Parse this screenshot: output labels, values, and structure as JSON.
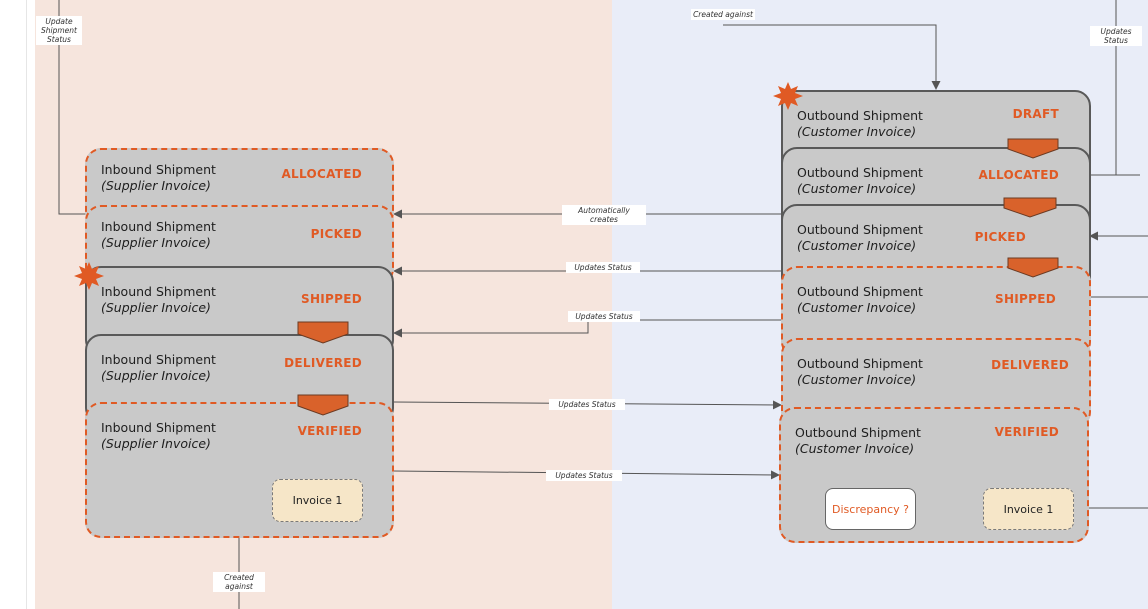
{
  "zones": {
    "left_color": "#f6e5dd",
    "right_color": "#e9edf8"
  },
  "colors": {
    "accent": "#e05a24",
    "card": "#c9c9c9",
    "note": "#f6e6c8"
  },
  "inbound": {
    "cards": [
      {
        "title": "Inbound Shipment",
        "subtitle": "(Supplier Invoice)",
        "status": "ALLOCATED"
      },
      {
        "title": "Inbound Shipment",
        "subtitle": "(Supplier Invoice)",
        "status": "PICKED"
      },
      {
        "title": "Inbound Shipment",
        "subtitle": "(Supplier Invoice)",
        "status": "SHIPPED"
      },
      {
        "title": "Inbound Shipment",
        "subtitle": "(Supplier Invoice)",
        "status": "DELIVERED"
      },
      {
        "title": "Inbound Shipment",
        "subtitle": "(Supplier Invoice)",
        "status": "VERIFIED"
      }
    ],
    "invoice_note": "Invoice 1"
  },
  "outbound": {
    "cards": [
      {
        "title": "Outbound Shipment",
        "subtitle": "(Customer Invoice)",
        "status": "DRAFT"
      },
      {
        "title": "Outbound Shipment",
        "subtitle": "(Customer Invoice)",
        "status": "ALLOCATED"
      },
      {
        "title": "Outbound Shipment",
        "subtitle": "(Customer Invoice)",
        "status": "PICKED"
      },
      {
        "title": "Outbound Shipment",
        "subtitle": "(Customer Invoice)",
        "status": "SHIPPED"
      },
      {
        "title": "Outbound Shipment",
        "subtitle": "(Customer Invoice)",
        "status": "DELIVERED"
      },
      {
        "title": "Outbound Shipment",
        "subtitle": "(Customer Invoice)",
        "status": "VERIFIED"
      }
    ],
    "discrepancy_note": "Discrepancy ?",
    "invoice_note": "Invoice 1"
  },
  "connector_labels": {
    "update_shipment_status": "Update Shipment Status",
    "created_against_top": "Created against",
    "updates_status_top_right": "Updates Status",
    "automatically_creates": "Automatically creates",
    "updates_status_1": "Updates Status",
    "updates_status_2": "Updates Status",
    "updates_status_3": "Updates Status",
    "updates_status_4": "Updates Status",
    "created_against_bottom": "Created against"
  },
  "icons": {
    "new_state_marker": "starburst-icon",
    "transition_marker": "chevron-down-icon"
  }
}
